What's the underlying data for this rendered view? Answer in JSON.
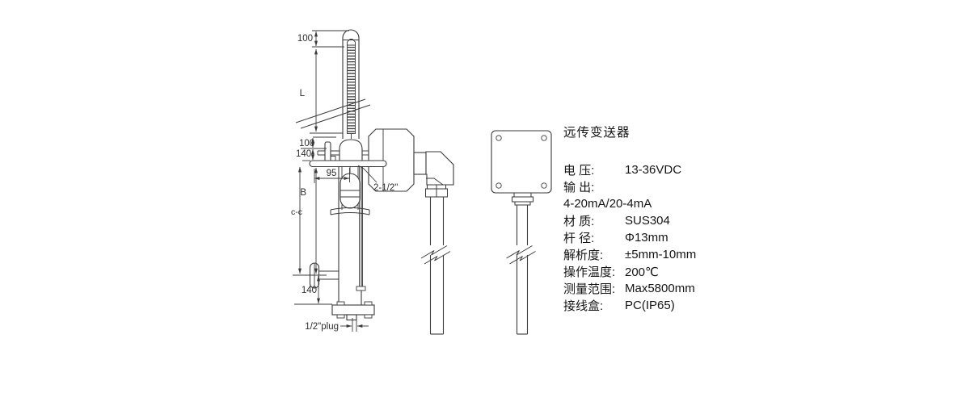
{
  "colors": {
    "line": "#3a3a3a",
    "text": "#151515",
    "background": "#ffffff"
  },
  "drawing": {
    "dims": {
      "top_offset": "100",
      "length": "L",
      "mid_offset": "100",
      "mid_gap": "140",
      "plate_width": "95",
      "body_length": "B",
      "center_to_center": "c-c",
      "connection_size": "2-1/2\"",
      "bottom_offset": "140",
      "plug_size": "1/2\"plug"
    }
  },
  "specs": {
    "title": "远传变送器",
    "rows": [
      {
        "label": "电 压:",
        "value": "13-36VDC"
      },
      {
        "label": "输 出:",
        "value": ""
      },
      {
        "label": "4-20mA/20-4mA",
        "value": ""
      },
      {
        "label": "材 质:",
        "value": "SUS304"
      },
      {
        "label": "杆 径:",
        "value": "Φ13mm"
      },
      {
        "label": "解析度:",
        "value": "±5mm-10mm"
      },
      {
        "label": "操作温度:",
        "value": "200℃"
      },
      {
        "label": "测量范围:",
        "value": "Max5800mm"
      },
      {
        "label": "接线盒:",
        "value": "PC(IP65)"
      }
    ]
  }
}
